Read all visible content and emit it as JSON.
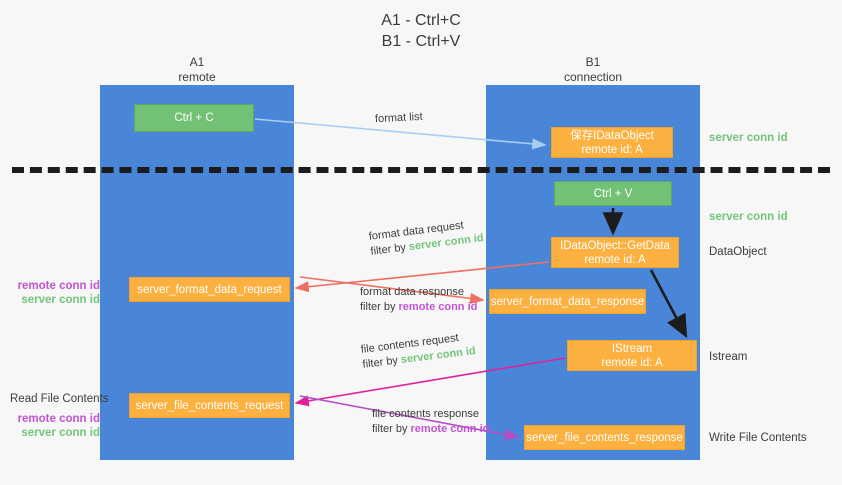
{
  "title": {
    "line1": "A1 - Ctrl+C",
    "line2": "B1 - Ctrl+V"
  },
  "lanes": [
    {
      "id": "a1",
      "name": "A1",
      "role": "remote",
      "color": "#4a86d8"
    },
    {
      "id": "b1",
      "name": "B1",
      "role": "connection",
      "color": "#4a86d8"
    }
  ],
  "colors": {
    "lane": "#4a86d8",
    "green_node": "#72c174",
    "orange_node": "#fbb040",
    "server_conn": "#74c47a",
    "remote_conn": "#c154d1",
    "text": "#3c3c3c",
    "divider": "#1c1c1c",
    "arrow_blue": "#a8cdf0",
    "arrow_red": "#ef6f63",
    "arrow_magenta": "#e0219e",
    "arrow_purple": "#b44cc4",
    "arrow_black": "#1c1c1c"
  },
  "nodes": {
    "ctrl_c": {
      "line1": "Ctrl + C"
    },
    "idataobject": {
      "line1": "保存IDataObject",
      "line2": "remote id: A"
    },
    "ctrl_v": {
      "line1": "Ctrl + V"
    },
    "getdata": {
      "line1": "IDataObject::GetData",
      "line2": "remote id: A"
    },
    "istream": {
      "line1": "IStream",
      "line2": "remote id: A"
    },
    "server_format_data_request": {
      "line1": "server_format_data_request"
    },
    "server_format_data_response": {
      "line1": "server_format_data_response"
    },
    "server_file_contents_request": {
      "line1": "server_file_contents_request"
    },
    "server_file_contents_response": {
      "line1": "server_file_contents_response"
    }
  },
  "right_labels": {
    "server_conn_top": "server conn id",
    "server_conn_mid": "server conn id",
    "dataobject": "DataObject",
    "istream": "Istream",
    "write_file_contents": "Write File Contents"
  },
  "left_labels": {
    "remote_conn_1": "remote conn id",
    "server_conn_1": "server conn id",
    "read_file_contents": "Read File Contents",
    "remote_conn_2": "remote conn id",
    "server_conn_2": "server conn id"
  },
  "edge_labels": {
    "format_list": "format list",
    "format_data_request": "format data request",
    "format_data_request_filter_prefix": "filter by ",
    "format_data_request_filter_value": "server conn id",
    "format_data_response": "format data response",
    "format_data_response_filter_prefix": "filter by ",
    "format_data_response_filter_value": "remote conn id",
    "file_contents_request": "file contents request",
    "file_contents_request_filter_prefix": "filter by ",
    "file_contents_request_filter_value": "server conn id",
    "file_contents_response": "file contents response",
    "file_contents_response_filter_prefix": "filter by ",
    "file_contents_response_filter_value": "remote conn id"
  }
}
